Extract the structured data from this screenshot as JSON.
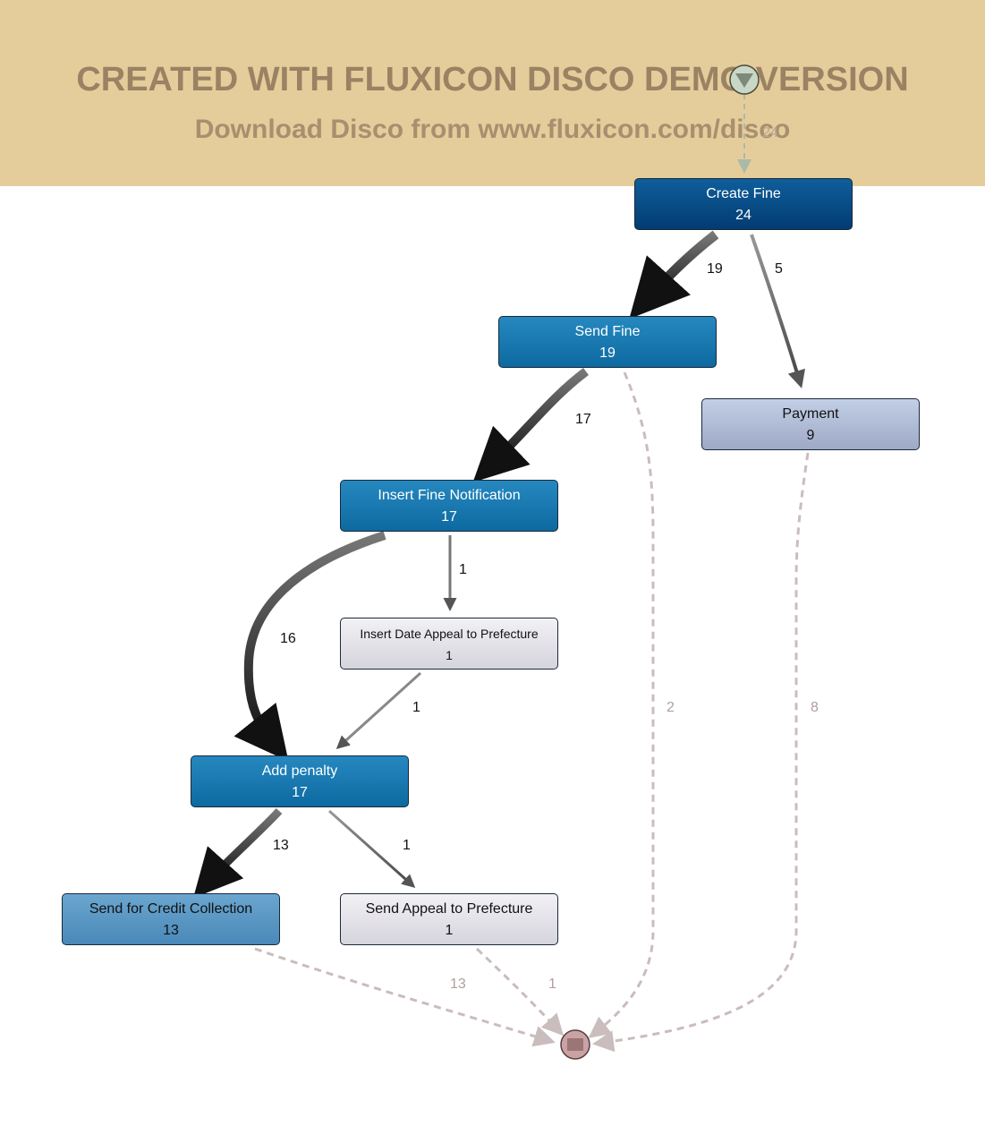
{
  "watermark": {
    "line1": "CREATED WITH FLUXICON DISCO DEMO VERSION",
    "line2": "Download Disco from www.fluxicon.com/disco"
  },
  "colors": {
    "banner": "#e5cd9b",
    "node_dark": "#023c72",
    "node_mid": "#0d6aa0",
    "node_light_blue": "#4a88b8",
    "node_lavender": "#9ea9c6",
    "node_grey": "#d6d4dc",
    "dashed_edge": "#cbbcbc",
    "start_node": "#c6d3c3",
    "end_node": "#c9a3a3"
  },
  "nodes": [
    {
      "id": "create-fine",
      "label": "Create Fine",
      "count": "24"
    },
    {
      "id": "send-fine",
      "label": "Send Fine",
      "count": "19"
    },
    {
      "id": "payment",
      "label": "Payment",
      "count": "9"
    },
    {
      "id": "insert-fine-notification",
      "label": "Insert Fine Notification",
      "count": "17"
    },
    {
      "id": "insert-date-appeal",
      "label": "Insert Date Appeal to Prefecture",
      "count": "1"
    },
    {
      "id": "add-penalty",
      "label": "Add penalty",
      "count": "17"
    },
    {
      "id": "send-for-credit-collection",
      "label": "Send for Credit Collection",
      "count": "13"
    },
    {
      "id": "send-appeal-to-prefecture",
      "label": "Send Appeal to Prefecture",
      "count": "1"
    }
  ],
  "edges": [
    {
      "from": "start",
      "to": "create-fine",
      "label": "24"
    },
    {
      "from": "create-fine",
      "to": "send-fine",
      "label": "19"
    },
    {
      "from": "create-fine",
      "to": "payment",
      "label": "5"
    },
    {
      "from": "send-fine",
      "to": "insert-fine-notification",
      "label": "17"
    },
    {
      "from": "send-fine",
      "to": "end",
      "label": "2"
    },
    {
      "from": "payment",
      "to": "end",
      "label": "8"
    },
    {
      "from": "insert-fine-notification",
      "to": "insert-date-appeal",
      "label": "1"
    },
    {
      "from": "insert-fine-notification",
      "to": "add-penalty",
      "label": "16"
    },
    {
      "from": "insert-date-appeal",
      "to": "add-penalty",
      "label": "1"
    },
    {
      "from": "add-penalty",
      "to": "send-for-credit-collection",
      "label": "13"
    },
    {
      "from": "add-penalty",
      "to": "send-appeal-to-prefecture",
      "label": "1"
    },
    {
      "from": "send-for-credit-collection",
      "to": "end",
      "label": "13"
    },
    {
      "from": "send-appeal-to-prefecture",
      "to": "end",
      "label": "1"
    }
  ]
}
